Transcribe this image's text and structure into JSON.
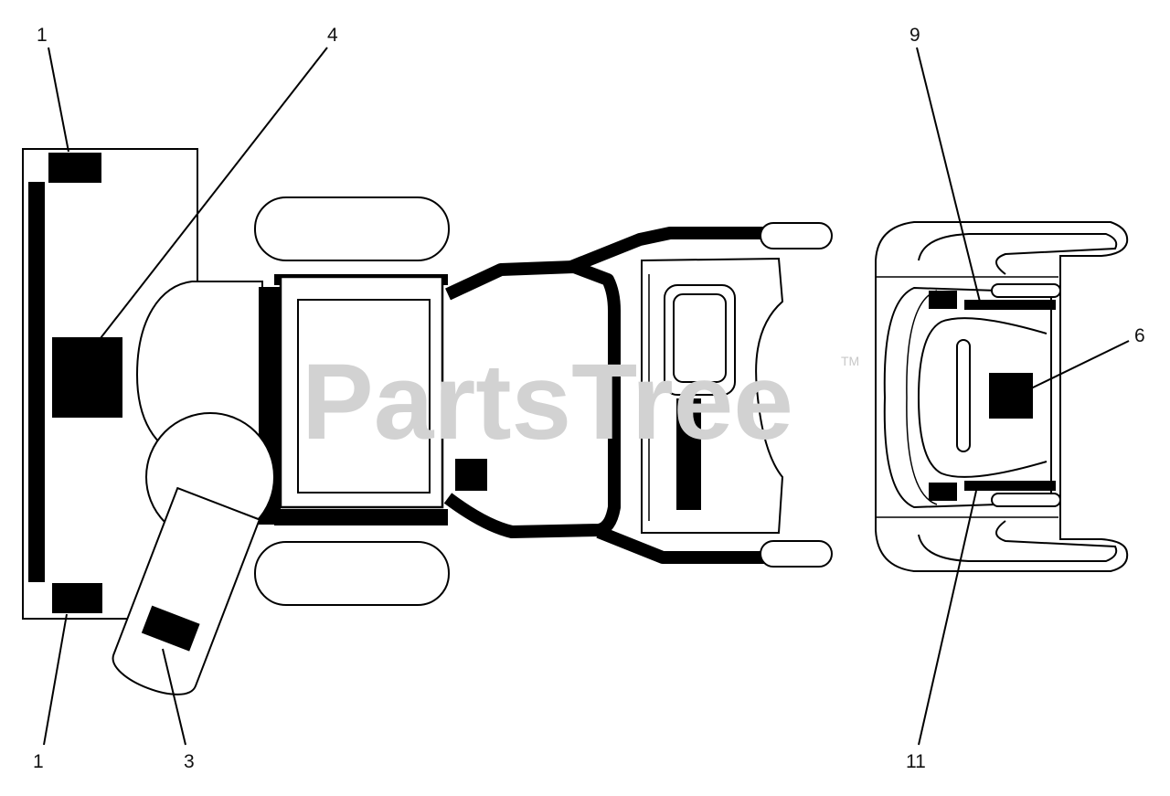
{
  "diagram": {
    "callouts": {
      "c1_top": "1",
      "c1_bottom": "1",
      "c3": "3",
      "c4": "4",
      "c6": "6",
      "c9": "9",
      "c11": "11"
    },
    "watermark": {
      "text": "PartsTree",
      "trademark": "TM"
    }
  },
  "colors": {
    "ink": "#000000",
    "paper": "#ffffff",
    "watermark": "#d2d2d2"
  }
}
